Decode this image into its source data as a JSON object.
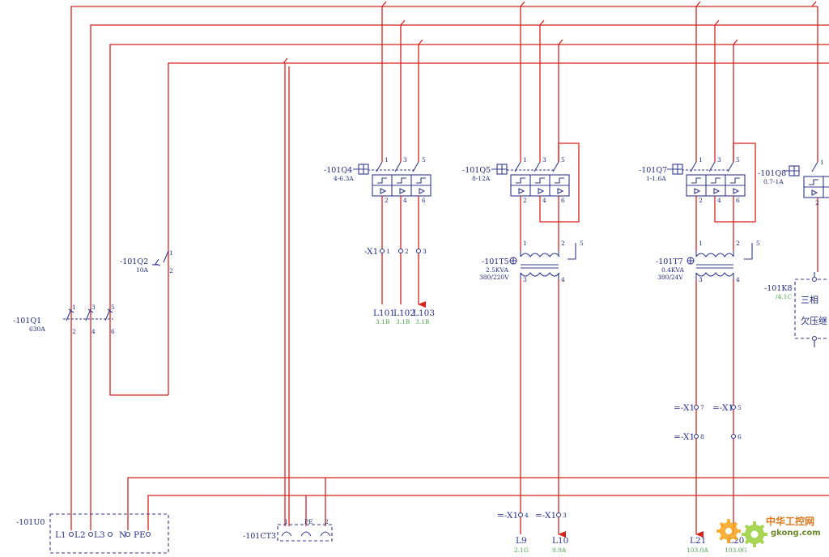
{
  "components": {
    "q1": {
      "id": "-101Q1",
      "rating": "630A",
      "pins": [
        "1",
        "3",
        "5",
        "2",
        "4",
        "6"
      ]
    },
    "q2": {
      "id": "-101Q2",
      "rating": "10A",
      "pins": [
        "1",
        "2"
      ]
    },
    "q4": {
      "id": "-101Q4",
      "rating": "4-6.3A",
      "pins": [
        "1",
        "3",
        "5",
        "2",
        "4",
        "6"
      ]
    },
    "q5": {
      "id": "-101Q5",
      "rating": "8-12A",
      "pins": [
        "1",
        "3",
        "5",
        "2",
        "4",
        "6"
      ]
    },
    "q7": {
      "id": "-101Q7",
      "rating": "1-1.6A",
      "pins": [
        "1",
        "3",
        "5",
        "2",
        "4",
        "6"
      ]
    },
    "q8": {
      "id": "-101Q8",
      "rating": "0.7-1A",
      "pins": [
        "1",
        "2"
      ]
    },
    "t5": {
      "id": "-101T5",
      "power": "2.5KVA",
      "voltage": "380/220V",
      "pins": [
        "1",
        "2",
        "5",
        "3",
        "4"
      ]
    },
    "t7": {
      "id": "-101T7",
      "power": "0.4KVA",
      "voltage": "380/24V",
      "pins": [
        "1",
        "2",
        "5",
        "3",
        "4"
      ]
    },
    "k8": {
      "id": "-101K8",
      "ref": "/4.1C",
      "text1": "三相",
      "text2": "欠压继"
    },
    "u0": {
      "id": "-101U0",
      "terms": [
        "L1",
        "L2",
        "L3",
        "N",
        "PE"
      ]
    },
    "ct3": {
      "id": "-101CT3",
      "pins": [
        "1",
        "PE",
        "2"
      ]
    }
  },
  "terminals": {
    "x1_l101": {
      "label": "-X1",
      "num": "1"
    },
    "x1_l102": {
      "num": "2"
    },
    "x1_l103": {
      "num": "3"
    },
    "x1_7": {
      "label": "=-X1",
      "num": "7"
    },
    "x1_5": {
      "label": "=-X1",
      "num": "5"
    },
    "x1_8": {
      "label": "=-X1",
      "num": "8"
    },
    "x1_6": {
      "num": "6"
    },
    "x1_4": {
      "label": "=-X1",
      "num": "4"
    },
    "x1_3": {
      "label": "=-X1",
      "num": "3"
    }
  },
  "outputs": [
    {
      "label": "L101",
      "current": "3.1B"
    },
    {
      "label": "L102",
      "current": "3.1B"
    },
    {
      "label": "L103",
      "current": "3.1B"
    },
    {
      "label": "L9",
      "current": "2.1G"
    },
    {
      "label": "L10",
      "current": "9.9A"
    },
    {
      "label": "L21",
      "current": "103.0A"
    },
    {
      "label": "L20",
      "current": "103.0G"
    }
  ],
  "watermark": {
    "text": "中华工控网",
    "url": "gkong.com"
  }
}
